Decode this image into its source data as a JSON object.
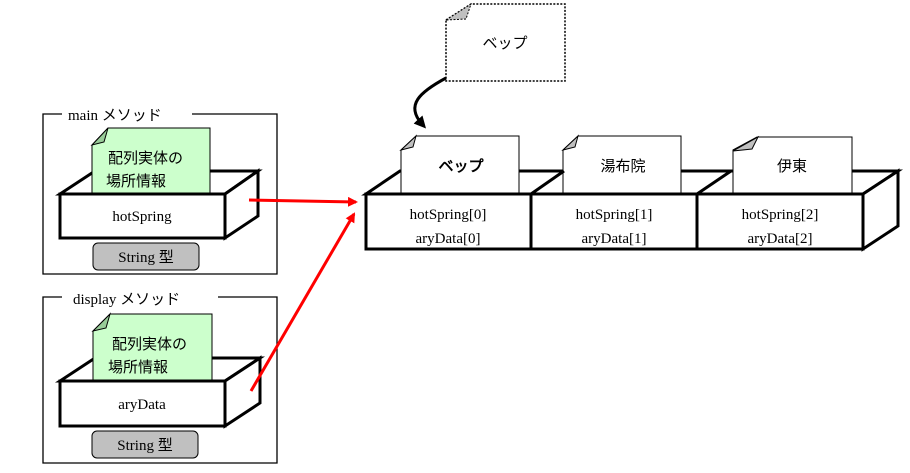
{
  "methods": {
    "main": {
      "title": "main メソッド",
      "variable": "hotSpring",
      "type_label": "String 型",
      "note_line1": "配列実体の",
      "note_line2": "場所情報"
    },
    "display": {
      "title": "display メソッド",
      "variable": "aryData",
      "type_label": "String 型",
      "note_line1": "配列実体の",
      "note_line2": "場所情報"
    }
  },
  "array": {
    "elements": [
      {
        "value": "ベップ",
        "label1": "hotSpring[0]",
        "label2": "aryData[0]"
      },
      {
        "value": "湯布院",
        "label1": "hotSpring[1]",
        "label2": "aryData[1]"
      },
      {
        "value": "伊東",
        "label1": "hotSpring[2]",
        "label2": "aryData[2]"
      }
    ]
  },
  "floating_note": {
    "text": "ベップ"
  },
  "colors": {
    "reference_arrow": "#ff0000",
    "note_fill": "#ccffcc",
    "type_badge_fill": "#c0c0c0",
    "fold_fill": "#c0c0c0",
    "note_fold_fill": "#99cc99"
  }
}
